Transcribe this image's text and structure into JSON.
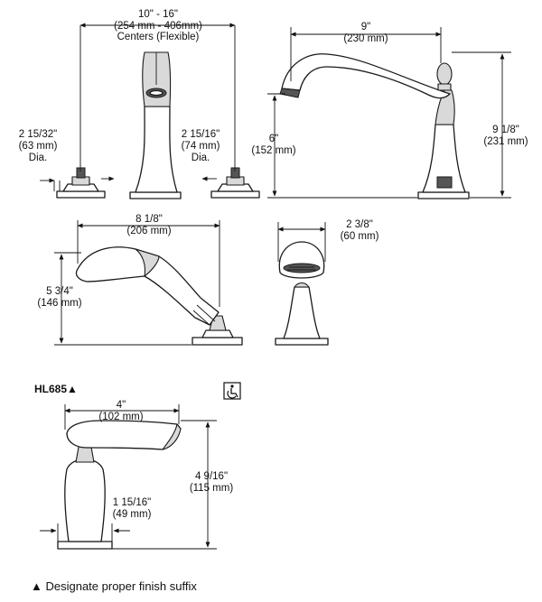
{
  "spout_set": {
    "centers": {
      "line1": "10\" - 16\"",
      "line2": "(254 mm - 406mm)",
      "line3": "Centers (Flexible)"
    },
    "left_dia": {
      "line1": "2 15/32\"",
      "line2": "(63 mm)",
      "line3": "Dia."
    },
    "right_dia": {
      "line1": "2 15/16\"",
      "line2": "(74 mm)",
      "line3": "Dia."
    }
  },
  "spout_side": {
    "reach": {
      "line1": "9\"",
      "line2": "(230 mm)"
    },
    "spout_height": {
      "line1": "6\"",
      "line2": "(152 mm)"
    },
    "overall_height": {
      "line1": "9 1/8\"",
      "line2": "(231 mm)"
    }
  },
  "handshower": {
    "length": {
      "line1": "8 1/8\"",
      "line2": "(206 mm)"
    },
    "height": {
      "line1": "5 3/4\"",
      "line2": "(146 mm)"
    },
    "holder_width": {
      "line1": "2 3/8\"",
      "line2": "(60 mm)"
    }
  },
  "handle": {
    "model": "HL685▲",
    "width": {
      "line1": "4\"",
      "line2": "(102 mm)"
    },
    "height": {
      "line1": "4 9/16\"",
      "line2": "(115 mm)"
    },
    "base": {
      "line1": "1 15/16\"",
      "line2": "(49 mm)"
    },
    "accessibility_icon": "wheelchair-accessible-icon"
  },
  "footnote": "▲ Designate proper finish suffix"
}
